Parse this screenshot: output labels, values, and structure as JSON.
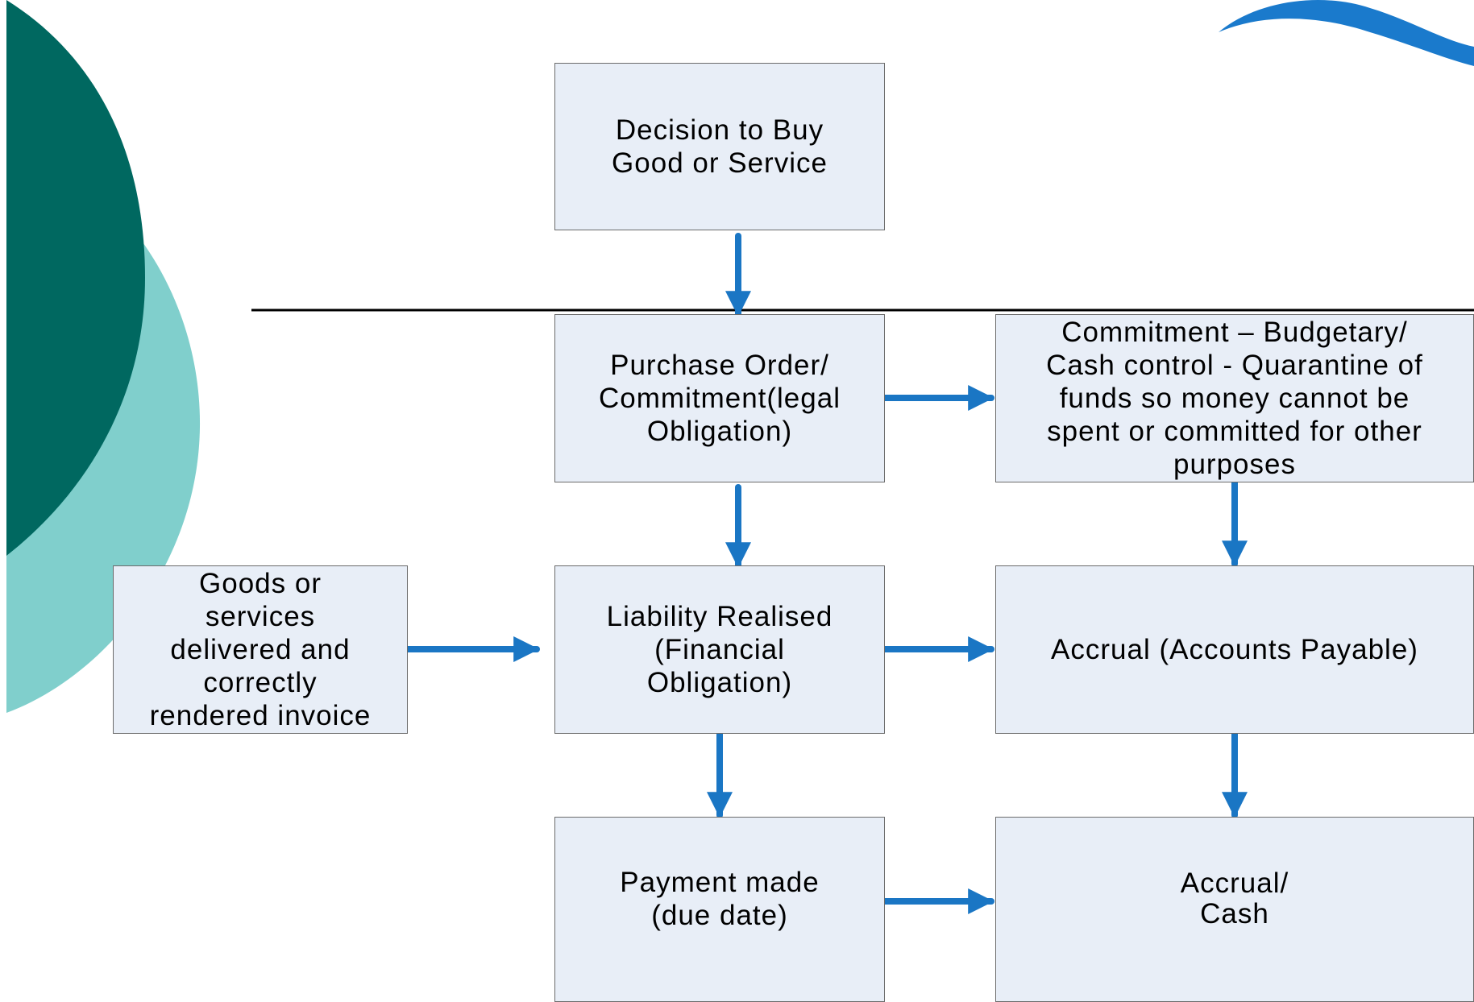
{
  "colors": {
    "dark_teal": "#006860",
    "light_teal": "#80cfcc",
    "swoosh_blue": "#1a7acc",
    "arrow_blue": "#1a76c4",
    "box_fill": "#e8eef7",
    "box_border": "#6b6b6b",
    "divider": "#000000"
  },
  "nodes": {
    "decision": "Decision to Buy\nGood or Service",
    "purchase_order": "Purchase Order/\nCommitment(legal\nObligation)",
    "commitment": "Commitment – Budgetary/\nCash control - Quarantine of\nfunds so money cannot be\nspent or committed for other\npurposes",
    "goods": "Goods or\nservices\ndelivered and\ncorrectly\nrendered invoice",
    "liability": "Liability Realised\n(Financial\nObligation)",
    "accrual": "Accrual (Accounts Payable)",
    "payment": "Payment made\n(due date)",
    "accrual_cash": "Accrual/\nCash"
  },
  "edges": [
    {
      "from": "decision",
      "to": "purchase_order"
    },
    {
      "from": "purchase_order",
      "to": "commitment"
    },
    {
      "from": "purchase_order",
      "to": "liability"
    },
    {
      "from": "commitment",
      "to": "accrual"
    },
    {
      "from": "goods",
      "to": "liability"
    },
    {
      "from": "liability",
      "to": "accrual"
    },
    {
      "from": "liability",
      "to": "payment"
    },
    {
      "from": "accrual",
      "to": "accrual_cash"
    },
    {
      "from": "payment",
      "to": "accrual_cash"
    }
  ]
}
